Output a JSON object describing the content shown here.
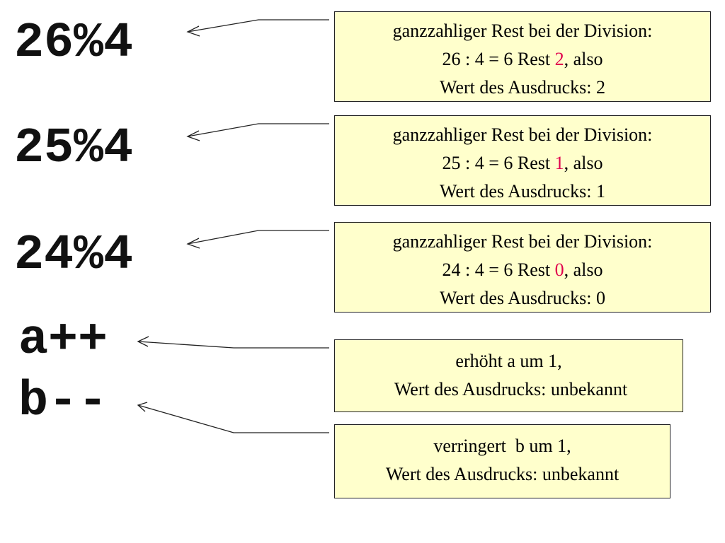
{
  "colors": {
    "box_background": "#ffffcc",
    "highlight": "#e0004d"
  },
  "expressions": [
    {
      "text": "26%4"
    },
    {
      "text": "25%4"
    },
    {
      "text": "24%4"
    },
    {
      "text": "a++"
    },
    {
      "text": "b--"
    }
  ],
  "boxes": [
    {
      "line1": "ganzzahliger Rest bei der Division:",
      "line2_pre": "26 : 4 = 6 Rest ",
      "line2_hl": "2",
      "line2_post": ", also",
      "line3": "Wert des Ausdrucks: 2"
    },
    {
      "line1": "ganzzahliger Rest bei der Division:",
      "line2_pre": "25 : 4 = 6 Rest ",
      "line2_hl": "1",
      "line2_post": ", also",
      "line3": "Wert des Ausdrucks: 1"
    },
    {
      "line1": "ganzzahliger Rest bei der Division:",
      "line2_pre": "24 : 4 = 6 Rest ",
      "line2_hl": "0",
      "line2_post": ", also",
      "line3": "Wert des Ausdrucks: 0"
    },
    {
      "line1": "erhöht a um 1,",
      "line2": " Wert des Ausdrucks: unbekannt"
    },
    {
      "line1": "verringert  b um 1,",
      "line2": "Wert des Ausdrucks: unbekannt"
    }
  ]
}
